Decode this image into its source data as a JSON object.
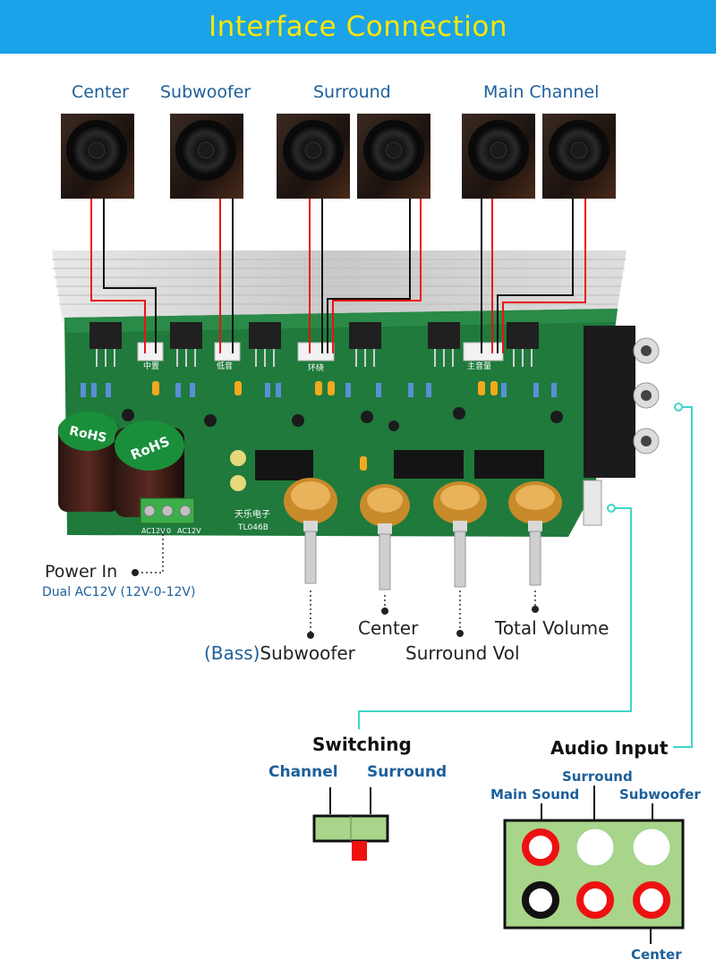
{
  "header": {
    "title": "Interface  Connection"
  },
  "speakers": {
    "center": "Center",
    "subwoofer": "Subwoofer",
    "surround": "Surround",
    "main": "Main Channel"
  },
  "board": {
    "model": "TL046B",
    "maker": "天乐电子",
    "connector_labels": [
      "中置",
      "低音",
      "环绕",
      "主音量"
    ],
    "terminal_labels": [
      "AC12V",
      "0",
      "AC12V"
    ],
    "rohs": "RoHS"
  },
  "power": {
    "title": "Power In",
    "subtitle": "Dual AC12V (12V-0-12V)"
  },
  "knobs": {
    "center": "Center",
    "total_volume": "Total Volume",
    "bass_prefix": "(Bass)",
    "subwoofer": "Subwoofer",
    "surround_vol": "Surround Vol"
  },
  "switching": {
    "title": "Switching",
    "left": "Channel",
    "right": "Surround"
  },
  "audio_input": {
    "title": "Audio Input",
    "main_sound": "Main Sound",
    "surround": "Surround",
    "subwoofer": "Subwoofer",
    "center": "Center"
  },
  "colors": {
    "banner": "#1aa3e8",
    "title": "#ffe600",
    "pcb": "#1f7a3c",
    "callout_line": "#3fd6c8",
    "jack_red": "#ee1111",
    "panel_green": "#a8d58a"
  }
}
